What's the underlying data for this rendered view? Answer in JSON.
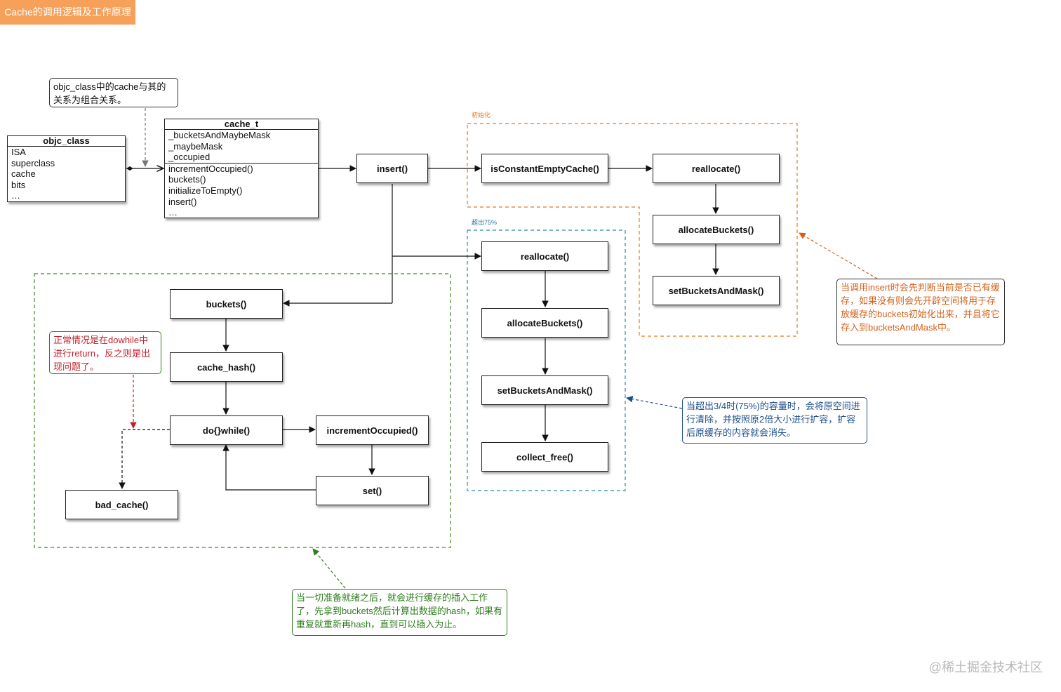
{
  "title": "Cache的调用逻辑及工作原理",
  "colors": {
    "title_bg": "#f7a05a",
    "init_zone": "#e07b22",
    "over_zone": "#2a8a98",
    "insert_zone": "#3c8a25",
    "note_black": "#333333",
    "note_red": "#c0202a",
    "note_green": "#2e7d1e",
    "note_orange": "#d4611a",
    "note_blue": "#1f4f8a"
  },
  "objc_class": {
    "title": "objc_class",
    "fields": [
      "ISA",
      "superclass",
      "cache",
      "bits",
      "…"
    ]
  },
  "cache_t": {
    "title": "cache_t",
    "fields": [
      "_bucketsAndMaybeMask",
      "_maybeMask",
      "_occupied"
    ],
    "methods": [
      "incrementOccupied()",
      "buckets()",
      "initializeToEmpty()",
      "insert()",
      "…"
    ]
  },
  "notes": {
    "composition": "objc_class中的cache与其的关系为组合关系。",
    "init": "当调用insert时会先判断当前是否已有缓存，如果没有则会先开辟空间将用于存放缓存的buckets初始化出来，并且将它存入到bucketsAndMask中。",
    "overflow": "当超出3/4时(75%)的容量时，会将原空间进行清除，并按照原2倍大小进行扩容，扩容后原缓存的内容就会消失。",
    "dowhile": "正常情况是在dowhile中进行return，反之则是出现问题了。",
    "insert_work": "当一切准备就绪之后，就会进行缓存的插入工作了，先拿到buckets然后计算出数据的hash，如果有重复就重新再hash，直到可以插入为止。"
  },
  "zones": {
    "init_label": "初始化",
    "over_label": "超出75%"
  },
  "nodes": {
    "insert": "insert()",
    "is_constant_empty_cache": "isConstantEmptyCache()",
    "init_reallocate": "reallocate()",
    "init_allocate_buckets": "allocateBuckets()",
    "init_set_buckets_and_mask": "setBucketsAndMask()",
    "over_reallocate": "reallocate()",
    "over_allocate_buckets": "allocateBuckets()",
    "over_set_buckets_and_mask": "setBucketsAndMask()",
    "collect_free": "collect_free()",
    "buckets": "buckets()",
    "cache_hash": "cache_hash()",
    "do_while": "do{}while()",
    "increment_occupied": "incrementOccupied()",
    "set": "set()",
    "bad_cache": "bad_cache()"
  },
  "watermark": "@稀土掘金技术社区"
}
